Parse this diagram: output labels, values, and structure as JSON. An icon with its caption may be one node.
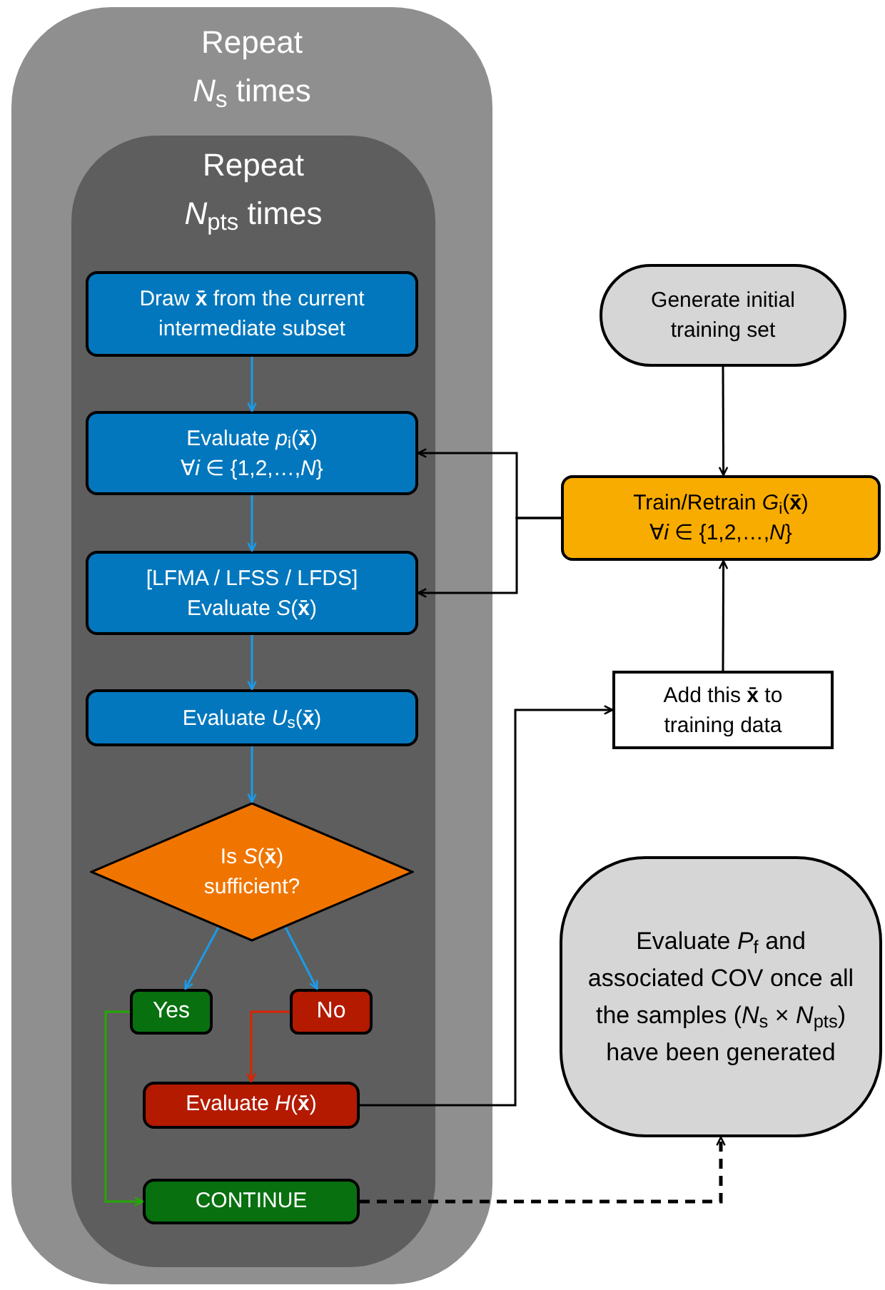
{
  "diagram": {
    "nodes": [
      {
        "text": [
          "Repeat *N*$_{s}$ times"
        ]
      },
      {
        "text": [
          "Repeat *N*$_{pts}$ times"
        ],
        "in": 0
      },
      {
        "text": [
          "Draw **x̄** from the current intermediate subset"
        ],
        "in": 1
      },
      {
        "text": [
          "Evaluate *p*$_{i}$(**x̄**)",
          "∀*i* ∈ {1,2,…,*N*}"
        ],
        "in": 1
      },
      {
        "text": [
          "[LFMA / LFSS / LFDS]",
          "Evaluate *S*(**x̄**)"
        ],
        "in": 1
      },
      {
        "text": [
          "Evaluate *U*$_{s}$(**x̄**)"
        ],
        "in": 1
      },
      {
        "text": [
          "Is *S*(**x̄**) sufficient?"
        ],
        "in": 1
      },
      {
        "text": [
          "Yes"
        ],
        "in": 1
      },
      {
        "text": [
          "No"
        ],
        "in": 1
      },
      {
        "text": [
          "Evaluate *H*(**x̄**)"
        ],
        "in": 1
      },
      {
        "text": [
          "CONTINUE"
        ],
        "in": 1
      },
      {
        "text": [
          "Generate initial training set"
        ]
      },
      {
        "text": [
          "Train/Retrain *G*$_{i}$(**x̄**)",
          "∀*i* ∈ {1,2,…,*N*}"
        ]
      },
      {
        "text": [
          "Add this **x̄** to training data"
        ]
      },
      {
        "text": [
          "Evaluate *P*$_{f}$ and associated COV once all the samples (*N*$_{s}$ × *N*$_{pts}$) have been generated"
        ]
      }
    ],
    "edges": [
      {
        "from": 2,
        "to": 3,
        "arrow": "to",
        "color": "#1a9bea"
      },
      {
        "from": 3,
        "to": 4,
        "arrow": "to",
        "color": "#1a9bea"
      },
      {
        "from": 4,
        "to": 5,
        "arrow": "to",
        "color": "#1a9bea"
      },
      {
        "from": 5,
        "to": 6,
        "arrow": "to",
        "color": "#1a9bea"
      },
      {
        "from": 6,
        "to": 7,
        "arrow": "to",
        "color": "#1a9bea"
      },
      {
        "from": 6,
        "to": 8,
        "arrow": "to",
        "color": "#1a9bea"
      },
      {
        "from": 7,
        "to": 10,
        "arrow": "to",
        "color": "#22aa00"
      },
      {
        "from": 8,
        "to": 9,
        "arrow": "to",
        "color": "#dd2200"
      },
      {
        "from": 9,
        "to": 13,
        "arrow": "to",
        "color": "#000000"
      },
      {
        "from": 13,
        "to": 12,
        "arrow": "to",
        "color": "#000000"
      },
      {
        "from": 11,
        "to": 12,
        "arrow": "to",
        "color": "#000000"
      },
      {
        "from": 12,
        "to": 3,
        "arrow": "to",
        "color": "#000000"
      },
      {
        "from": 12,
        "to": 4,
        "arrow": "to",
        "color": "#000000"
      },
      {
        "from": 10,
        "to": 14,
        "arrow": "to",
        "style": "dashed",
        "color": "#000000"
      }
    ]
  }
}
